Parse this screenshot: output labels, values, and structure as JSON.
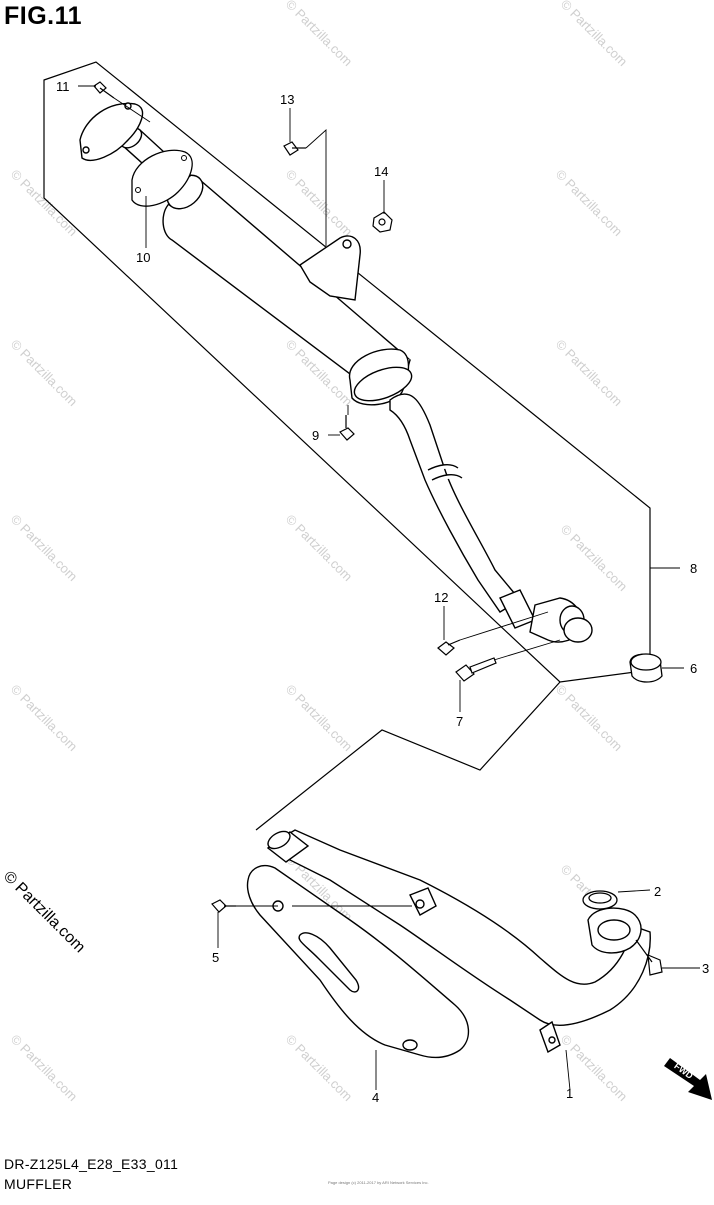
{
  "figure": {
    "title": "FIG.11",
    "model_code": "DR-Z125L4_E28_E33_011",
    "name": "MUFFLER",
    "side_watermark": "© Partzilla.com",
    "copyright": "Page design (c) 2011-2017 by ARI Network Services Inc."
  },
  "watermark_text": "© Partzilla.com",
  "fwd_label": "FWD",
  "callouts": [
    {
      "id": "1",
      "label": "1"
    },
    {
      "id": "2",
      "label": "2"
    },
    {
      "id": "3",
      "label": "3"
    },
    {
      "id": "4",
      "label": "4"
    },
    {
      "id": "5",
      "label": "5"
    },
    {
      "id": "6",
      "label": "6"
    },
    {
      "id": "7",
      "label": "7"
    },
    {
      "id": "8",
      "label": "8"
    },
    {
      "id": "9",
      "label": "9"
    },
    {
      "id": "10",
      "label": "10"
    },
    {
      "id": "11",
      "label": "11"
    },
    {
      "id": "12",
      "label": "12"
    },
    {
      "id": "13",
      "label": "13"
    },
    {
      "id": "14",
      "label": "14"
    }
  ]
}
